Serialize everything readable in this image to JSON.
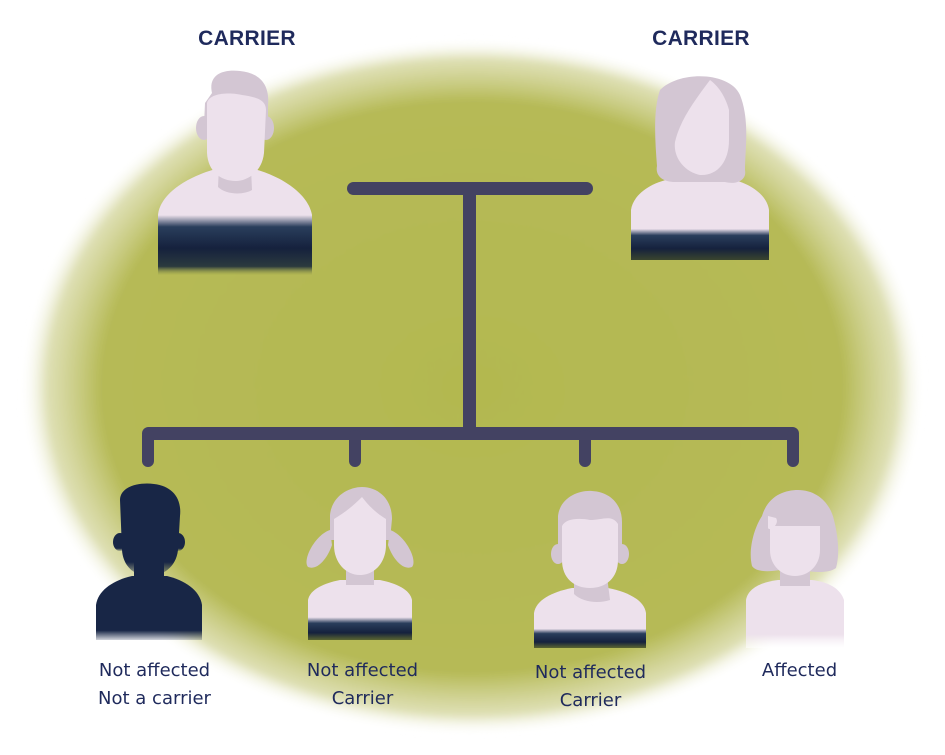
{
  "diagram": {
    "type": "pedigree-chart",
    "colors": {
      "background_blob": "#b3b850",
      "connector": "#434262",
      "text": "#1f2a5c",
      "skin": "#ede1ec",
      "hair": "#d3c6d3",
      "shirt_dark": "#1a2744"
    },
    "parents": [
      {
        "id": "father",
        "label": "CARRIER",
        "figure": "adult-male",
        "status": "carrier"
      },
      {
        "id": "mother",
        "label": "CARRIER",
        "figure": "adult-female",
        "status": "carrier"
      }
    ],
    "children": [
      {
        "id": "child-1",
        "figure": "boy",
        "status": "not-affected-not-carrier",
        "line1": "Not affected",
        "line2": "Not a carrier"
      },
      {
        "id": "child-2",
        "figure": "girl-pigtails",
        "status": "not-affected-carrier",
        "line1": "Not affected",
        "line2": "Carrier"
      },
      {
        "id": "child-3",
        "figure": "boy",
        "status": "not-affected-carrier",
        "line1": "Not affected",
        "line2": "Carrier"
      },
      {
        "id": "child-4",
        "figure": "girl-bob",
        "status": "affected",
        "line1": "Affected",
        "line2": ""
      }
    ]
  }
}
